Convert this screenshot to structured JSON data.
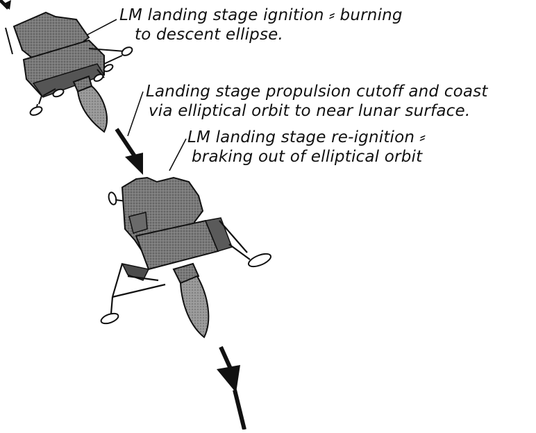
{
  "annotations": {
    "ignition": {
      "line1": "LM landing stage ignition ⸗ burning",
      "line2": "to descent ellipse."
    },
    "coast": {
      "line1": "Landing stage propulsion cutoff and coast",
      "line2": "via elliptical orbit to near lunar surface."
    },
    "reignition": {
      "line1": "LM landing stage re-ignition ⸗",
      "line2": "braking out of elliptical orbit"
    }
  },
  "colors": {
    "ink": "#111111",
    "body_shade": "#6e6e6e",
    "plume_shade": "#8a8a8a",
    "paper": "#ffffff"
  }
}
